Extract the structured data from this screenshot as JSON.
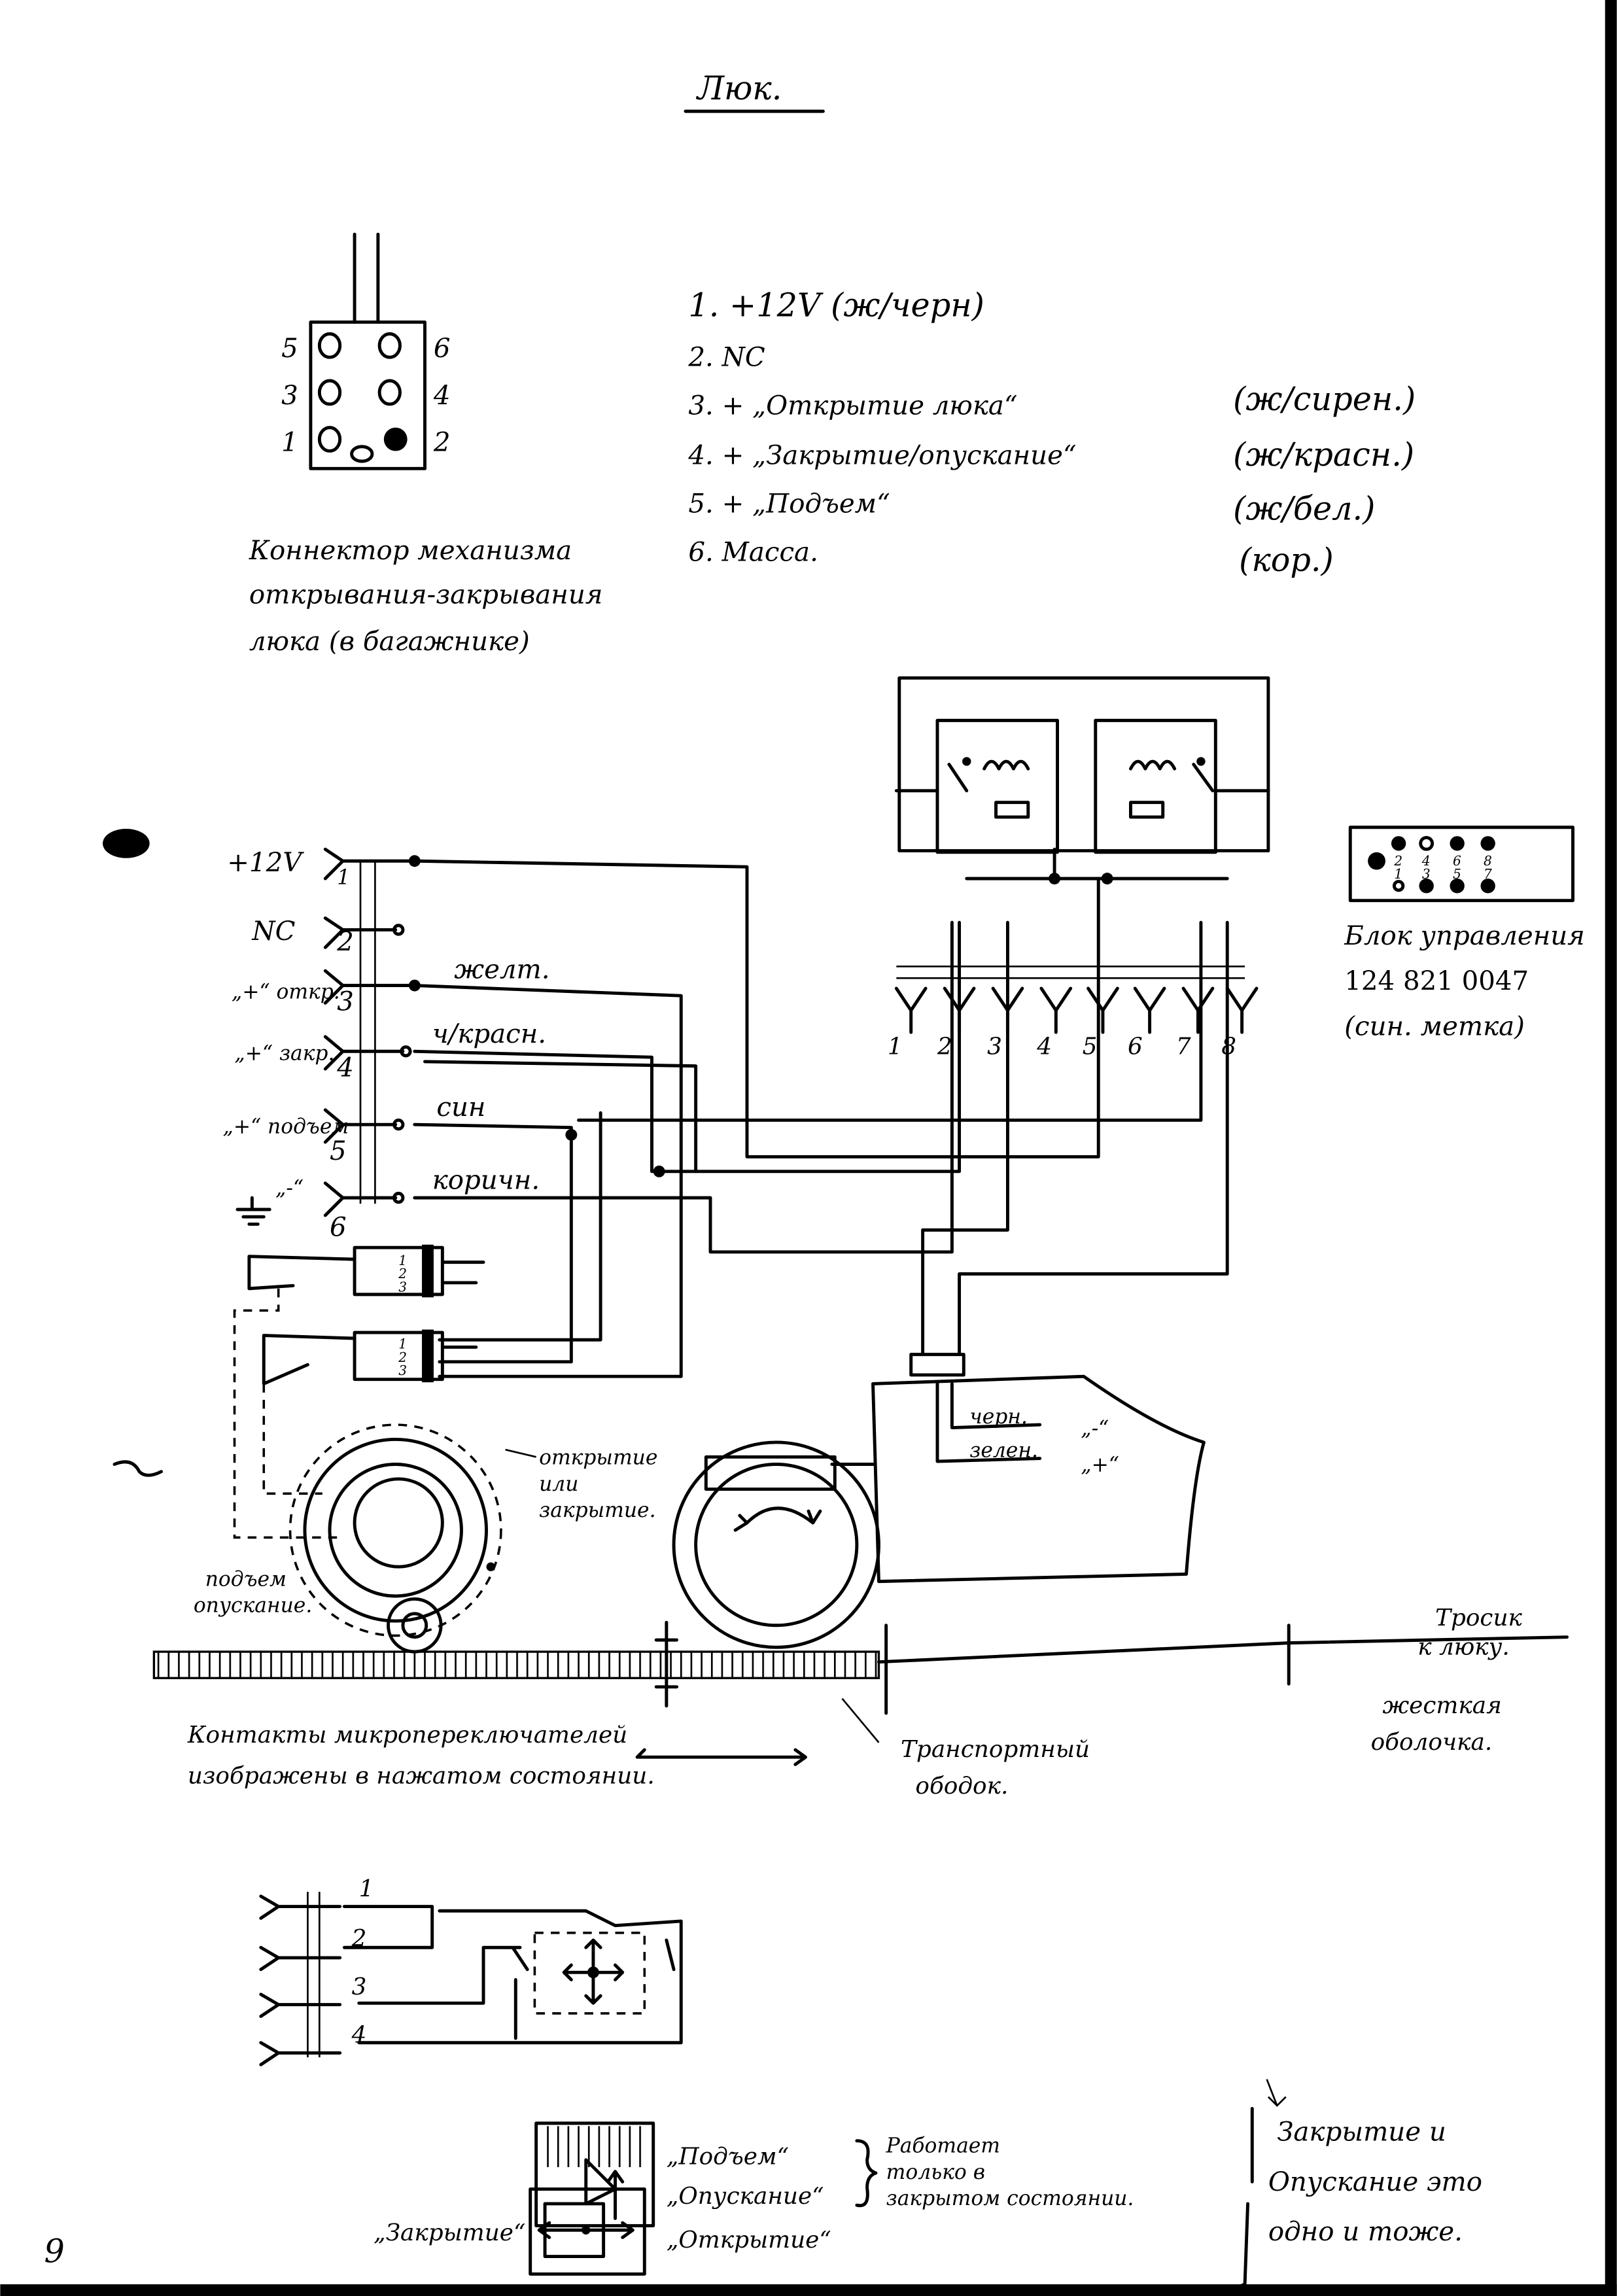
{
  "title": "Люк.",
  "connector": {
    "pin_numbers": [
      "5",
      "6",
      "3",
      "4",
      "1",
      "2"
    ],
    "caption": [
      "Коннектор механизма",
      "открывания-закрывания",
      "люка (в багажнике)"
    ]
  },
  "pinout": [
    {
      "text": "1. +12V (ж/черн)",
      "color": ""
    },
    {
      "text": "2. NC",
      "color": ""
    },
    {
      "text": "3. + „Открытие люка“",
      "color": "(ж/сирен.)"
    },
    {
      "text": "4. + „Закрытие/опускание“",
      "color": "(ж/красн.)"
    },
    {
      "text": "5. + „Подъем“",
      "color": "(ж/бел.)"
    },
    {
      "text": "6. Масса.",
      "color": "(кор.)"
    }
  ],
  "control_unit": {
    "pins": [
      "2",
      "4",
      "6",
      "8",
      "1",
      "3",
      "5",
      "7"
    ],
    "label": "Блок управления",
    "part_number": "124 821 0047",
    "note": "(син. метка)"
  },
  "terminals": [
    {
      "label": "+12V",
      "num": "1"
    },
    {
      "label": "NC",
      "num": "2"
    },
    {
      "label": "„+“ откр.",
      "num": "3"
    },
    {
      "label": "„+“ закр.",
      "num": "4"
    },
    {
      "label": "„+“ подъем",
      "num": "5"
    },
    {
      "label": "„-“",
      "num": "6"
    }
  ],
  "wire_labels": [
    "желт.",
    "ч/красн.",
    "син",
    "коричн."
  ],
  "relay_pins": [
    "1",
    "2",
    "3",
    "4",
    "5",
    "6",
    "7",
    "8"
  ],
  "microswitch_pins": [
    "1",
    "2",
    "3",
    "1",
    "2",
    "3"
  ],
  "motor": {
    "wire1": "черн.",
    "pol1": "„-“",
    "wire2": "зелен.",
    "pol2": "„+“"
  },
  "gear_label": [
    "открытие",
    "или",
    "закрытие."
  ],
  "lift_label": [
    "подъем",
    "опускание."
  ],
  "cable_label": [
    "Тросик",
    "к люку."
  ],
  "sheath_label": [
    "жесткая",
    "оболочка."
  ],
  "contacts_note": [
    "Контакты микропереключателей",
    "изображены в нажатом состоянии."
  ],
  "rim_label": [
    "Транспортный",
    "ободок."
  ],
  "switch_diagram_pins": [
    "1",
    "2",
    "3",
    "4"
  ],
  "legend": {
    "lift": "„Подъем“",
    "lower": "„Опускание“",
    "works_only": [
      "Работает",
      "только в",
      "закрытом состоянии."
    ],
    "close": "„Закрытие“",
    "open": "„Открытие“",
    "same_note": [
      "Закрытие и",
      "Опускание это",
      "одно и тоже."
    ]
  },
  "page_number": "9"
}
